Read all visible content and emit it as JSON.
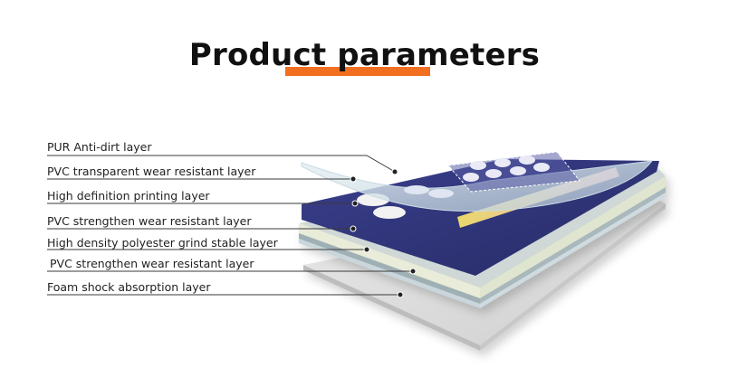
{
  "title": "Product parameters",
  "colors": {
    "accent": "#f26f21",
    "panel": "#2f3579",
    "text": "#222222"
  },
  "layers": [
    {
      "label": "PUR Anti-dirt layer"
    },
    {
      "label": "PVC transparent wear resistant layer"
    },
    {
      "label": "High definition printing layer"
    },
    {
      "label": "PVC strengthen wear resistant layer"
    },
    {
      "label": "High density polyester grind stable layer"
    },
    {
      "label": "PVC strengthen wear resistant layer"
    },
    {
      "label": "Foam shock absorption layer"
    }
  ]
}
